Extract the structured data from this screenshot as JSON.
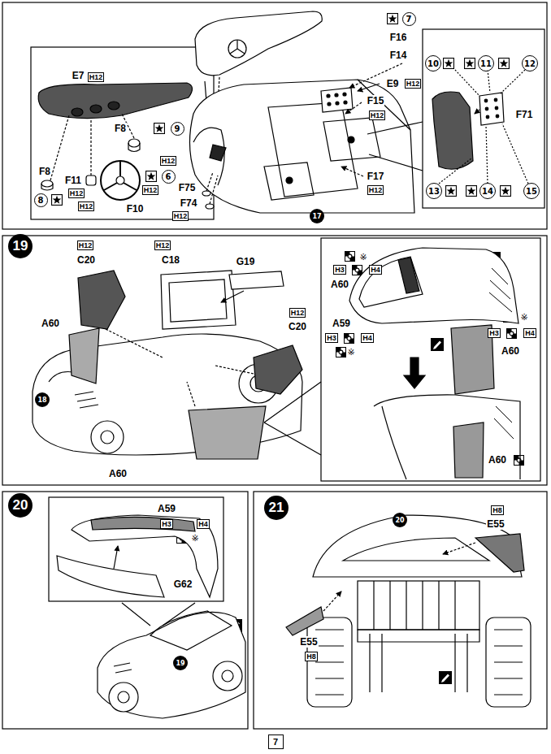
{
  "diagram": {
    "nodes": [
      {
        "text": [
          "7"
        ]
      },
      {
        "text": [
          "10"
        ]
      },
      {
        "text": [
          "11"
        ]
      },
      {
        "text": [
          "12"
        ]
      },
      {
        "text": [
          "9"
        ]
      },
      {
        "text": [
          "6"
        ]
      },
      {
        "text": [
          "8"
        ]
      },
      {
        "text": [
          "13"
        ]
      },
      {
        "text": [
          "14"
        ]
      },
      {
        "text": [
          "15"
        ]
      },
      {
        "text": [
          "17"
        ]
      },
      {
        "text": [
          "19"
        ]
      },
      {
        "text": [
          "18"
        ]
      },
      {
        "text": [
          "20"
        ]
      },
      {
        "text": [
          "19"
        ]
      },
      {
        "text": [
          "21"
        ]
      },
      {
        "text": [
          "20"
        ]
      },
      {
        "text": [
          "7"
        ]
      }
    ],
    "labels": [
      "F16",
      "F14",
      "E9",
      "H12",
      "F71",
      "F15",
      "H12",
      "F17",
      "H12",
      "E7",
      "H12",
      "F8",
      "F8",
      "F11",
      "H12",
      "H12",
      "H12",
      "F10",
      "H12",
      "F75",
      "F74",
      "H12",
      "H12",
      "C20",
      "H12",
      "C18",
      "G19",
      "H12",
      "C20",
      "A60",
      "A60",
      "※",
      "H3",
      "H4",
      "A60",
      "A59",
      "H3",
      "H4",
      "※",
      "※",
      "H3",
      "H4",
      "A60",
      "A60",
      "A59",
      "H3",
      "H4",
      "※",
      "G62",
      "H8",
      "E55",
      "E55",
      "H8"
    ]
  }
}
